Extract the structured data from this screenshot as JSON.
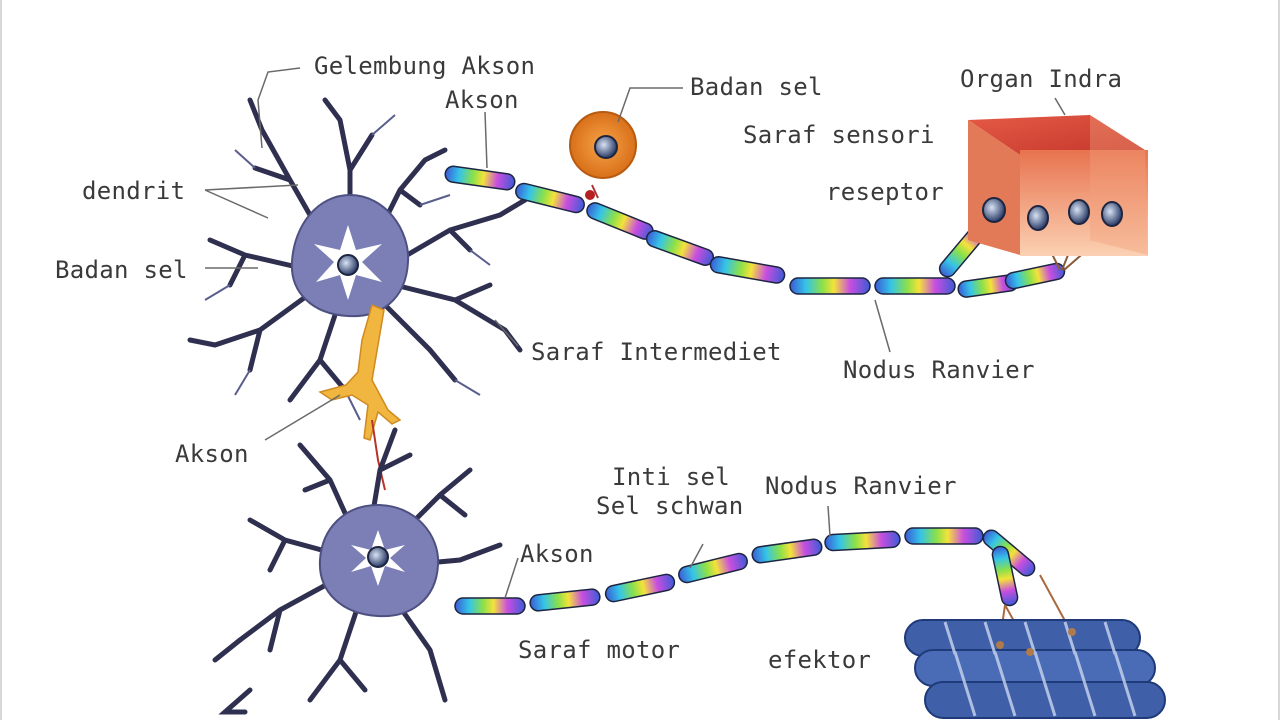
{
  "labels": {
    "gelembung_akson": "Gelembung Akson",
    "akson_top": "Akson",
    "badan_sel_top": "Badan sel",
    "organ_indra": "Organ Indra",
    "saraf_sensori": "Saraf sensori",
    "dendrit": "dendrit",
    "reseptor": "reseptor",
    "badan_sel_left": "Badan sel",
    "saraf_intermediet": "Saraf Intermediet",
    "nodus_ranvier_top": "Nodus Ranvier",
    "akson_left": "Akson",
    "inti_sel": "Inti sel",
    "sel_schwan": "Sel schwan",
    "nodus_ranvier_bottom": "Nodus Ranvier",
    "akson_bottom": "Akson",
    "saraf_motor": "Saraf motor",
    "efektor": "efektor"
  },
  "colors": {
    "neuron_body": "#7b7fb5",
    "neuron_dark": "#2f3050",
    "axon_orange": "#f0b640",
    "cell_orange": "#e8841e",
    "organ_top": "#d9463a",
    "organ_front": "#f4b08a",
    "muscle": "#3f5fa8",
    "label_text": "#3a3a3a"
  }
}
